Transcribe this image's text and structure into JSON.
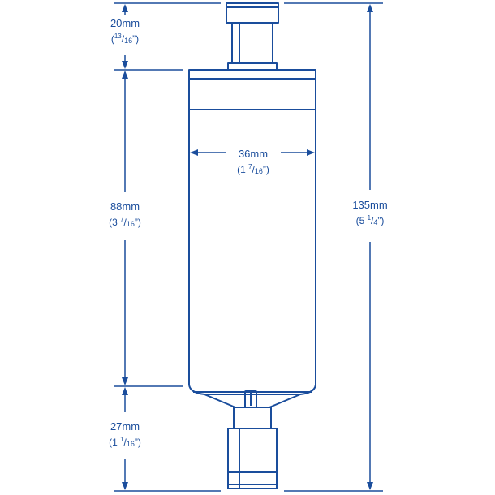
{
  "colors": {
    "line": "#1a4d9c",
    "body_fill": "#ffffff"
  },
  "dimensions": {
    "top_fitting": {
      "mm": "20mm",
      "in_whole": "",
      "in_num": "13",
      "in_den": "16",
      "in_close": "”"
    },
    "body_height": {
      "mm": "88mm",
      "in_whole": "3 ",
      "in_num": "7",
      "in_den": "16",
      "in_close": "”"
    },
    "body_width": {
      "mm": "36mm",
      "in_whole": "1 ",
      "in_num": "7",
      "in_den": "16",
      "in_close": "”"
    },
    "bottom_fitting": {
      "mm": "27mm",
      "in_whole": "1 ",
      "in_num": "1",
      "in_den": "16",
      "in_close": "”"
    },
    "overall_length": {
      "mm": "135mm",
      "in_whole": "5 ",
      "in_num": "1",
      "in_den": "4",
      "in_close": "”"
    }
  }
}
